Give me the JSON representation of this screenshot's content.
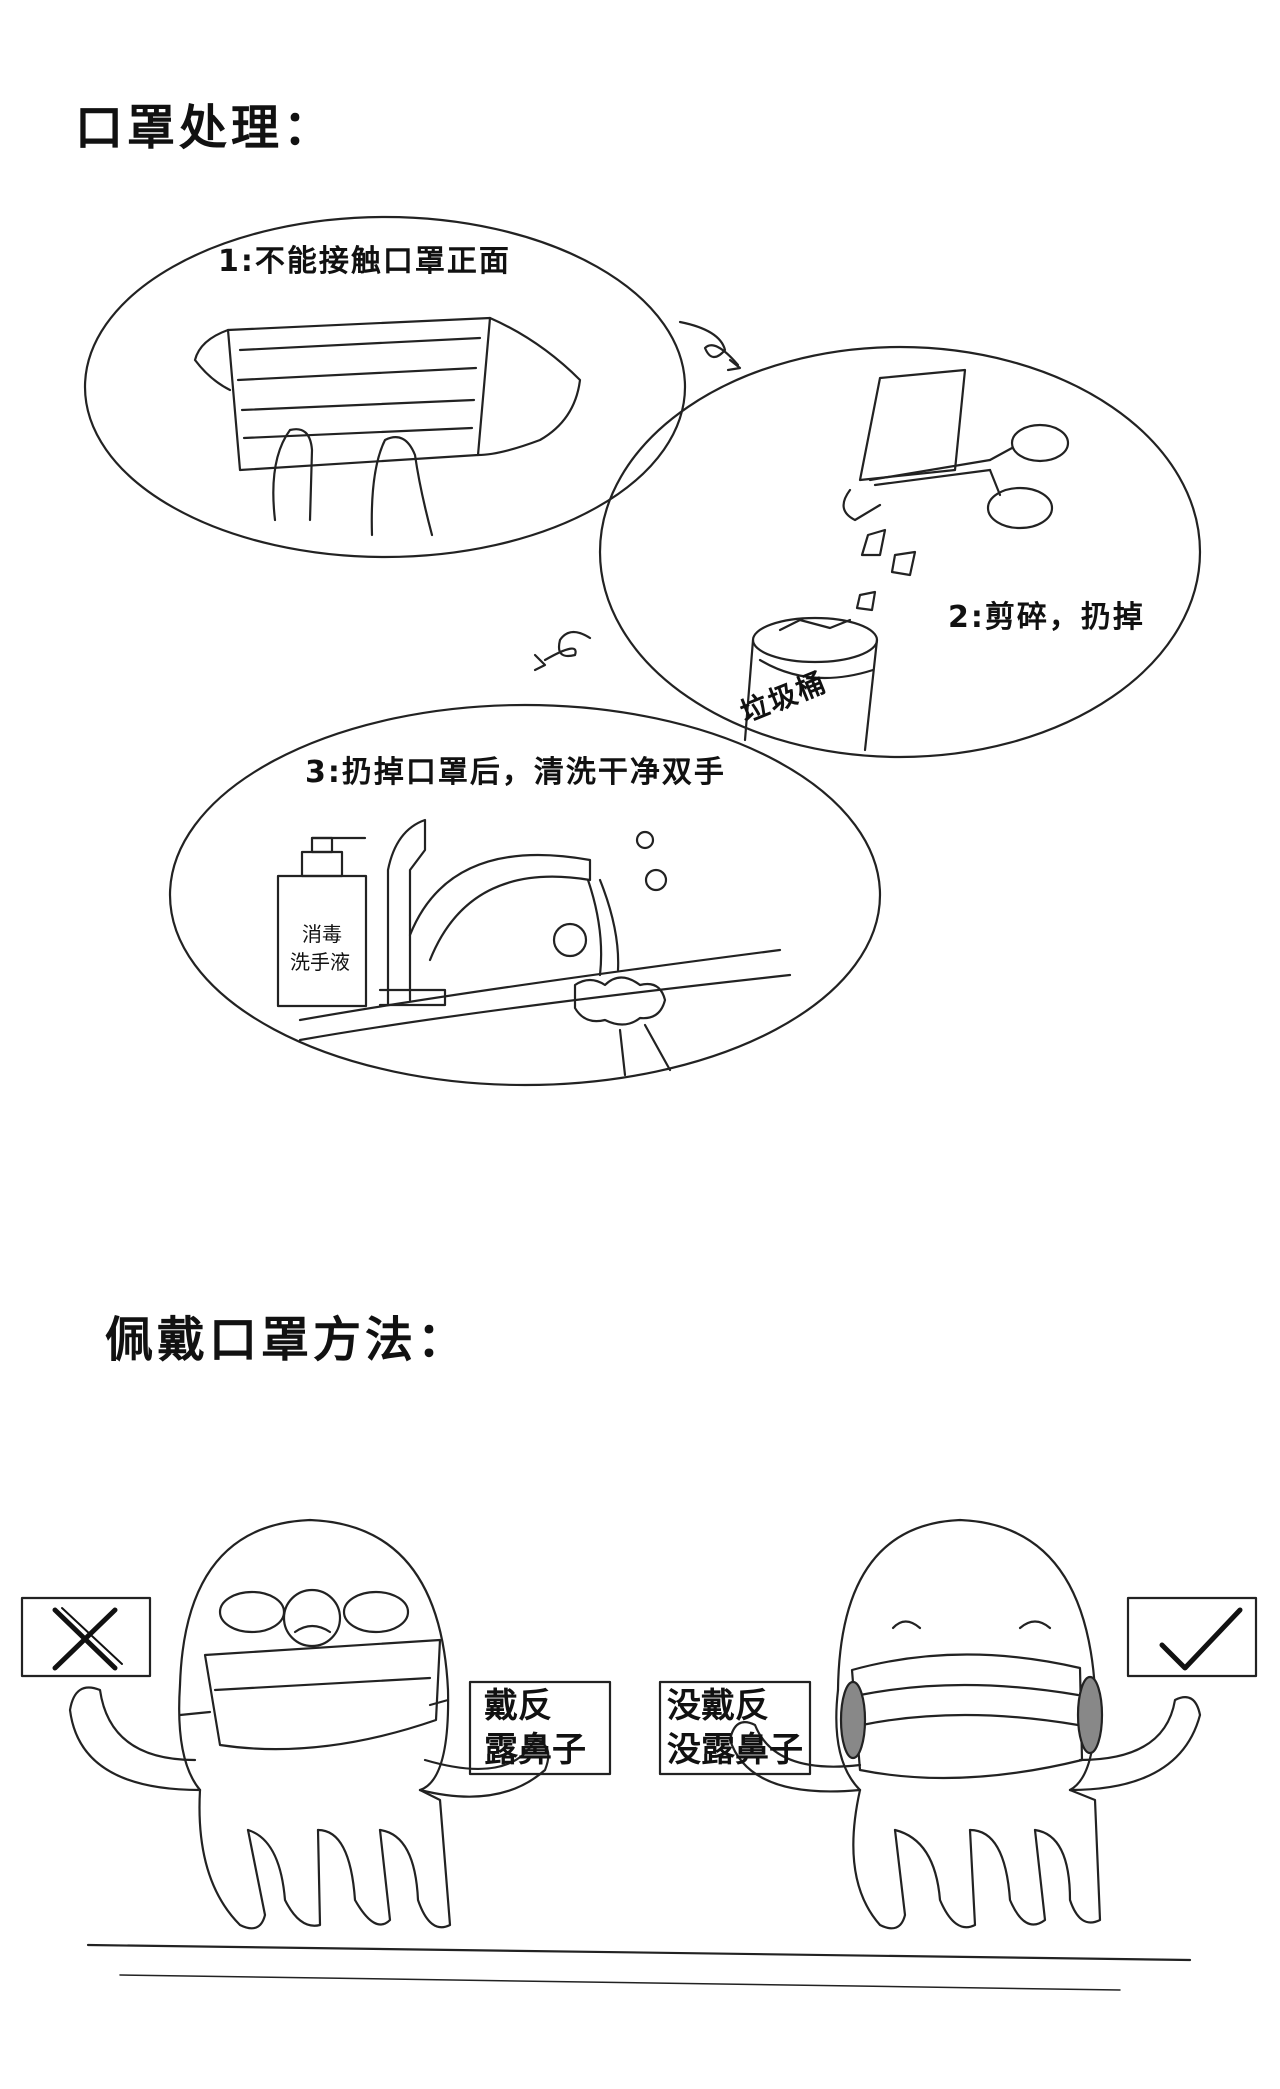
{
  "section1": {
    "title": "口罩处理：",
    "step1": "1:不能接触口罩正面",
    "step2": "2:剪碎，扔掉",
    "bin_label": "垃圾桶",
    "step3": "3:扔掉口罩后，清洗干净双手",
    "soap_label_line1": "消毒",
    "soap_label_line2": "洗手液"
  },
  "section2": {
    "title": "佩戴口罩方法：",
    "wrong_sign": "戴反\n露鼻子",
    "wrong_line1": "戴反",
    "wrong_line2": "露鼻子",
    "right_line1": "没戴反",
    "right_line2": "没露鼻子"
  },
  "icons": {
    "wrong_mark": "cross-icon",
    "right_mark": "check-icon",
    "arrow": "curly-arrow-icon"
  }
}
